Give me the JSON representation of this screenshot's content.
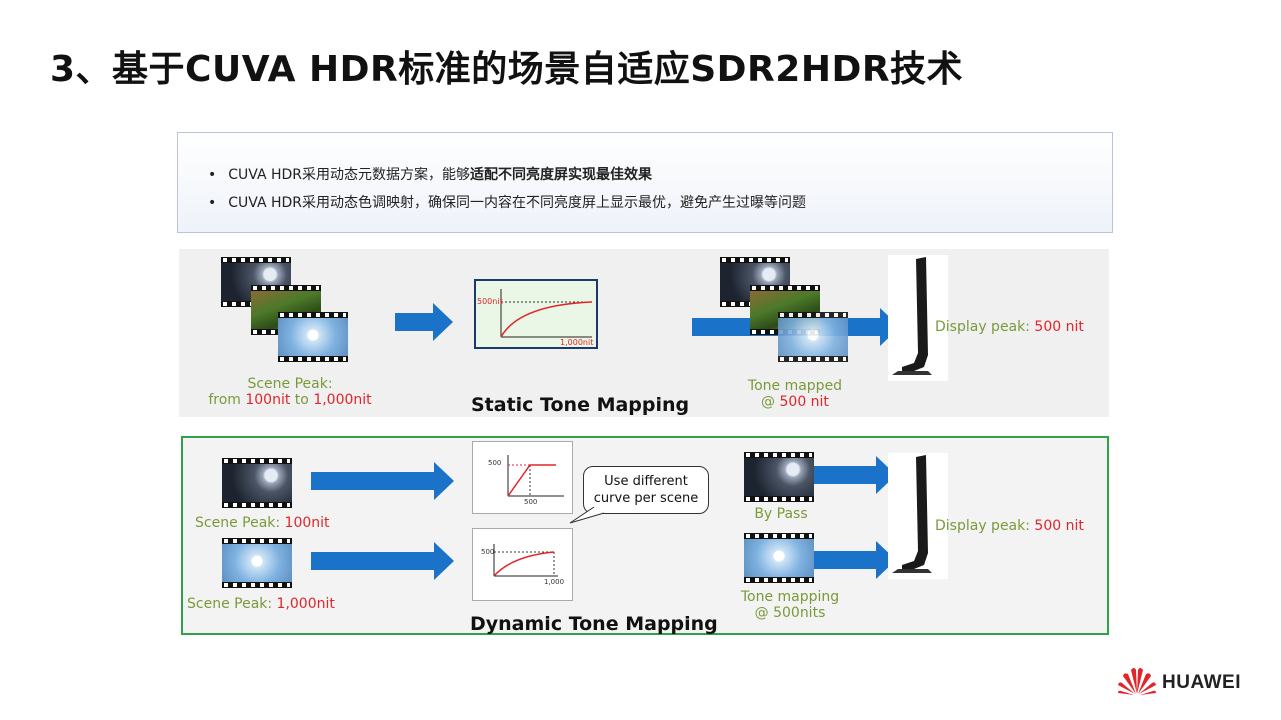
{
  "slide": {
    "title": "3、基于CUVA HDR标准的场景自适应SDR2HDR技术"
  },
  "bullets": [
    {
      "text_normal": "CUVA HDR采用动态元数据方案，能够",
      "text_bold": "适配不同亮度屏实现最佳效果"
    },
    {
      "text_normal": "CUVA HDR采用动态色调映射，确保同一内容在不同亮度屏上显示最优，避免产生过曝等问题",
      "text_bold": ""
    }
  ],
  "static_panel": {
    "scene_peak_label": "Scene Peak:",
    "scene_peak_from": "from ",
    "scene_peak_low": "100nit",
    "scene_peak_to": " to ",
    "scene_peak_high": "1,000nit",
    "graph_y_label": "500nit",
    "graph_x_label": "1,000nit",
    "heading": "Static Tone Mapping",
    "tone_mapped_line1": "Tone mapped",
    "tone_mapped_at": "@ ",
    "tone_mapped_value": "500 nit",
    "display_peak_label": "Display peak:  ",
    "display_peak_value": "500 nit"
  },
  "dynamic_panel": {
    "scene1_label": "Scene Peak: ",
    "scene1_value": "100nit",
    "scene2_label": "Scene Peak: ",
    "scene2_value": "1,000nit",
    "graph1_y": "500",
    "graph1_x": "500",
    "graph2_y": "500",
    "graph2_x": "1,000",
    "callout_line1": "Use different",
    "callout_line2": "curve per scene",
    "bypass_label": "By Pass",
    "tone_mapping_line1": "Tone mapping",
    "tone_mapping_line2": "@ 500nits",
    "heading": "Dynamic Tone Mapping",
    "display_peak_label": "Display peak:  ",
    "display_peak_value": "500 nit"
  },
  "brand": {
    "name": "HUAWEI",
    "color": "#e0262a"
  }
}
